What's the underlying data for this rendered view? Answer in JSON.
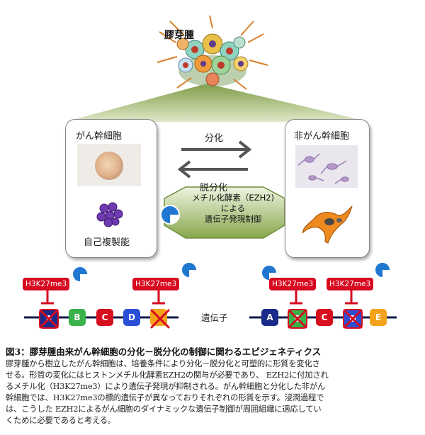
{
  "figure": {
    "tumor_label": "膠芽腫",
    "left_panel": {
      "title": "がん幹細胞",
      "caption": "自己複製能"
    },
    "right_panel": {
      "title": "非がん幹細胞"
    },
    "arrow_forward_label": "分化",
    "arrow_back_label": "脱分化",
    "enzyme_box": {
      "line1": "メチル化酵素（EZH2)",
      "line2": "による",
      "line3": "遺伝子発現制御"
    },
    "genes_label": "遺伝子",
    "mark_label": "H3K27me3",
    "left_genes": [
      "A",
      "B",
      "C",
      "D",
      ""
    ],
    "right_genes": [
      "A",
      "B",
      "C",
      "D",
      "E"
    ],
    "colors": {
      "gene_a": "#1a2a8a",
      "gene_b": "#39b24a",
      "gene_c": "#d6101e",
      "gene_d": "#2a4fd6",
      "gene_e": "#f4a21a",
      "mark": "#d6091f",
      "enzyme_box": "#8fb157",
      "cone": "#6d8d3a"
    }
  },
  "caption": {
    "title": "図3：膠芽腫由来がん幹細胞の分化－脱分化の制御に関わるエピジェネティクス",
    "lines": [
      "膠芽腫から樹立したがん幹細胞は、培養条件により分化－脱分化と可塑的に形質を変化さ",
      "せる。形質の変化にはヒストンメチル化酵素EZH2の関与が必要であり、 EZH2に付加され",
      "るメチル化（H3K27me3）により遺伝子発現が抑制される。がん幹細胞と分化した非がん",
      "幹細胞では、H3K27me3の標的遺伝子が異なっておりそれぞれの形質を示す。浸潤過程で",
      "は、こうした EZH2によるがん細胞のダイナミックな遺伝子制御が周囲組織に適応してい",
      "くために必要であると考える。"
    ]
  }
}
